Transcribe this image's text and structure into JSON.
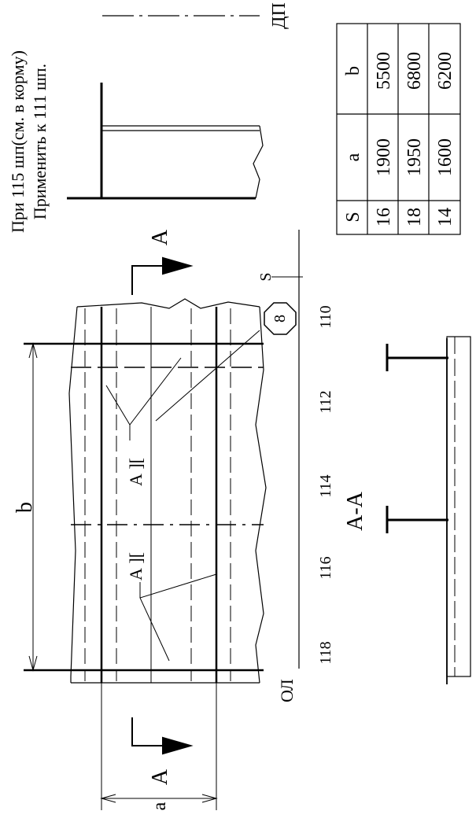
{
  "notes": {
    "line1": "При 115 шп(см. в корму)",
    "line2": "Применить к 111 шп."
  },
  "labels": {
    "dp": "ДП",
    "ol": "ОЛ",
    "section_letter": "А",
    "section_title": "А-А",
    "dim_a": "a",
    "dim_b": "b",
    "s_label": "S",
    "circle_number": "8",
    "weld_mark": "А ][",
    "ticks": [
      "110",
      "112",
      "114",
      "116",
      "118"
    ]
  },
  "table": {
    "header": [
      "S",
      "a",
      "b"
    ],
    "rows": [
      [
        "16",
        "1900",
        "5500"
      ],
      [
        "18",
        "1950",
        "6800"
      ],
      [
        "14",
        "1600",
        "6200"
      ]
    ]
  }
}
